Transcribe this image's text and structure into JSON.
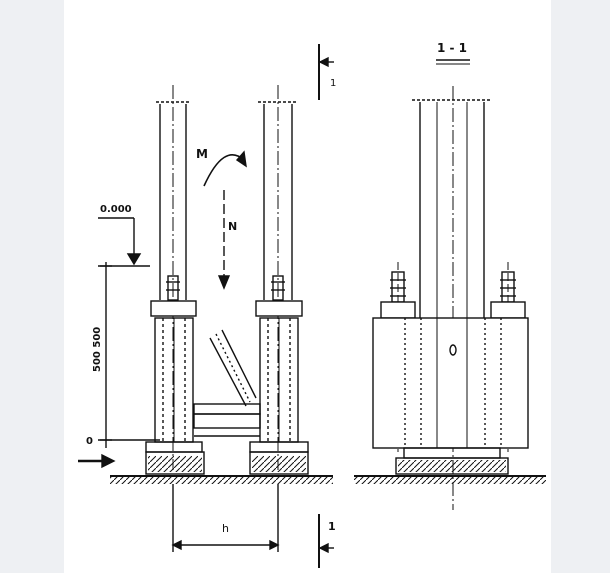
{
  "labels": {
    "section_title": "1 - 1",
    "elevation_mark": "0.000",
    "moment": "M",
    "axial_force": "N",
    "span": "h",
    "dimension_vertical": "500 500",
    "level_zero": "0",
    "section_marker_top": "1",
    "section_marker_bottom": "1"
  },
  "colors": {
    "line": "#111111",
    "background": "#ffffff",
    "margin": "#eef0f3"
  }
}
